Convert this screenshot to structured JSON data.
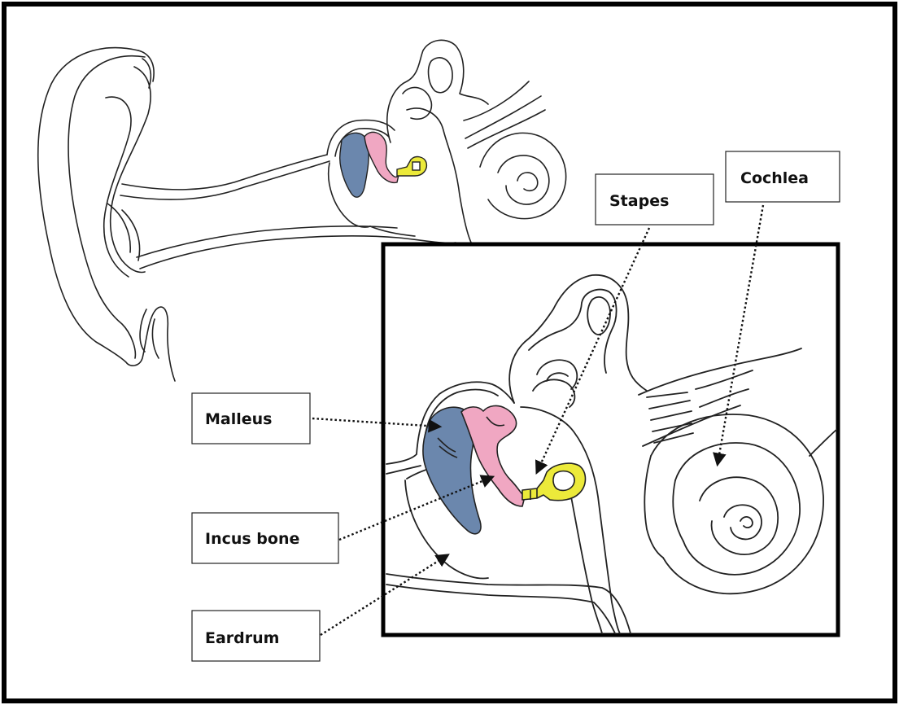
{
  "colors": {
    "malleus": "#6b87ad",
    "incus": "#f0a7c2",
    "stapes": "#ecea3a",
    "outline": "#222222",
    "frame": "#000000",
    "background": "#ffffff"
  },
  "labels": {
    "stapes": "Stapes",
    "cochlea": "Cochlea",
    "malleus": "Malleus",
    "incus": "Incus bone",
    "eardrum": "Eardrum"
  }
}
